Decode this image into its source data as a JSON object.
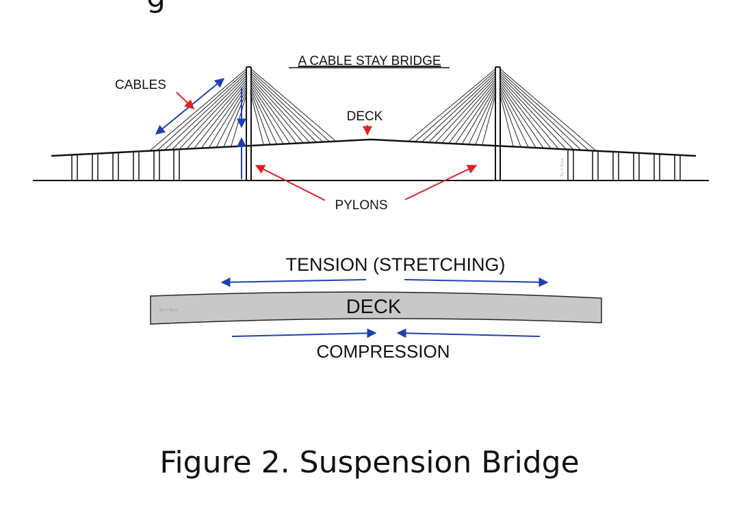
{
  "diagram": {
    "title": "A CABLE STAY BRIDGE",
    "labels": {
      "cables": "CABLES",
      "deck": "DECK",
      "pylons": "PYLONS",
      "tension": "TENSION (STRETCHING)",
      "deck_beam": "DECK",
      "compression": "COMPRESSION"
    },
    "watermarks": {
      "bridge": "By V Ryan",
      "beam": "By V Ryan"
    },
    "colors": {
      "structure": "#111111",
      "blue_arrow": "#1f3fb0",
      "red_arrow": "#e02020",
      "beam_fill": "#c8c8c8"
    },
    "figure_caption": "Figure 2. Suspension Bridge",
    "cut_off_top_text": "g"
  }
}
